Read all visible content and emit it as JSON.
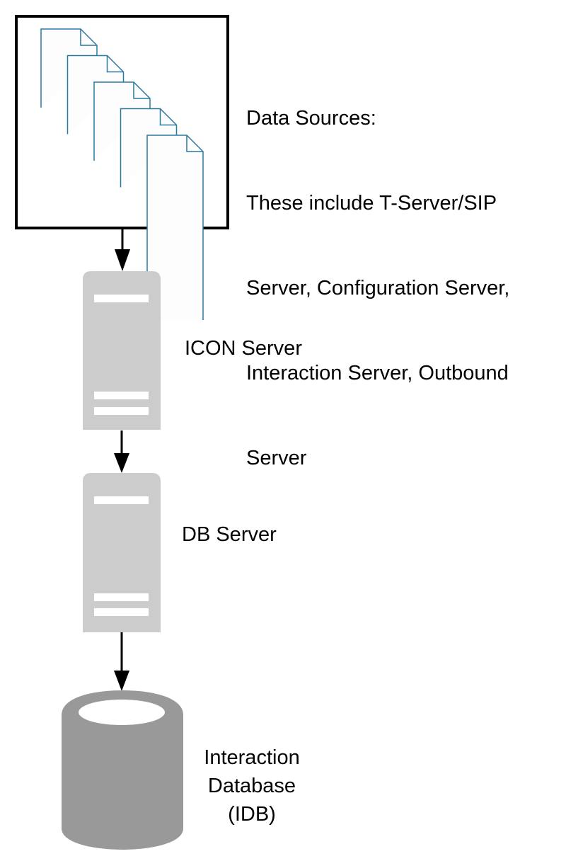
{
  "diagram": {
    "nodes": [
      {
        "id": "data-sources",
        "kind": "document-stack",
        "document_count": 5,
        "label_lines": [
          "Data Sources:",
          "These include T-Server/SIP",
          "Server, Configuration Server,",
          "Interaction Server, Outbound",
          "Server"
        ]
      },
      {
        "id": "icon-server",
        "kind": "server",
        "label": "ICON Server"
      },
      {
        "id": "db-server",
        "kind": "server",
        "label": "DB Server"
      },
      {
        "id": "idb",
        "kind": "database",
        "label_lines": [
          "Interaction",
          "Database",
          "(IDB)"
        ]
      }
    ],
    "edges": [
      {
        "from": "data-sources",
        "to": "icon-server"
      },
      {
        "from": "icon-server",
        "to": "db-server"
      },
      {
        "from": "db-server",
        "to": "idb"
      }
    ],
    "colors": {
      "document_stroke": "#2a7aa0",
      "server_fill": "#cccccc",
      "database_fill": "#999999",
      "edge": "#000000",
      "frame": "#000000"
    }
  }
}
